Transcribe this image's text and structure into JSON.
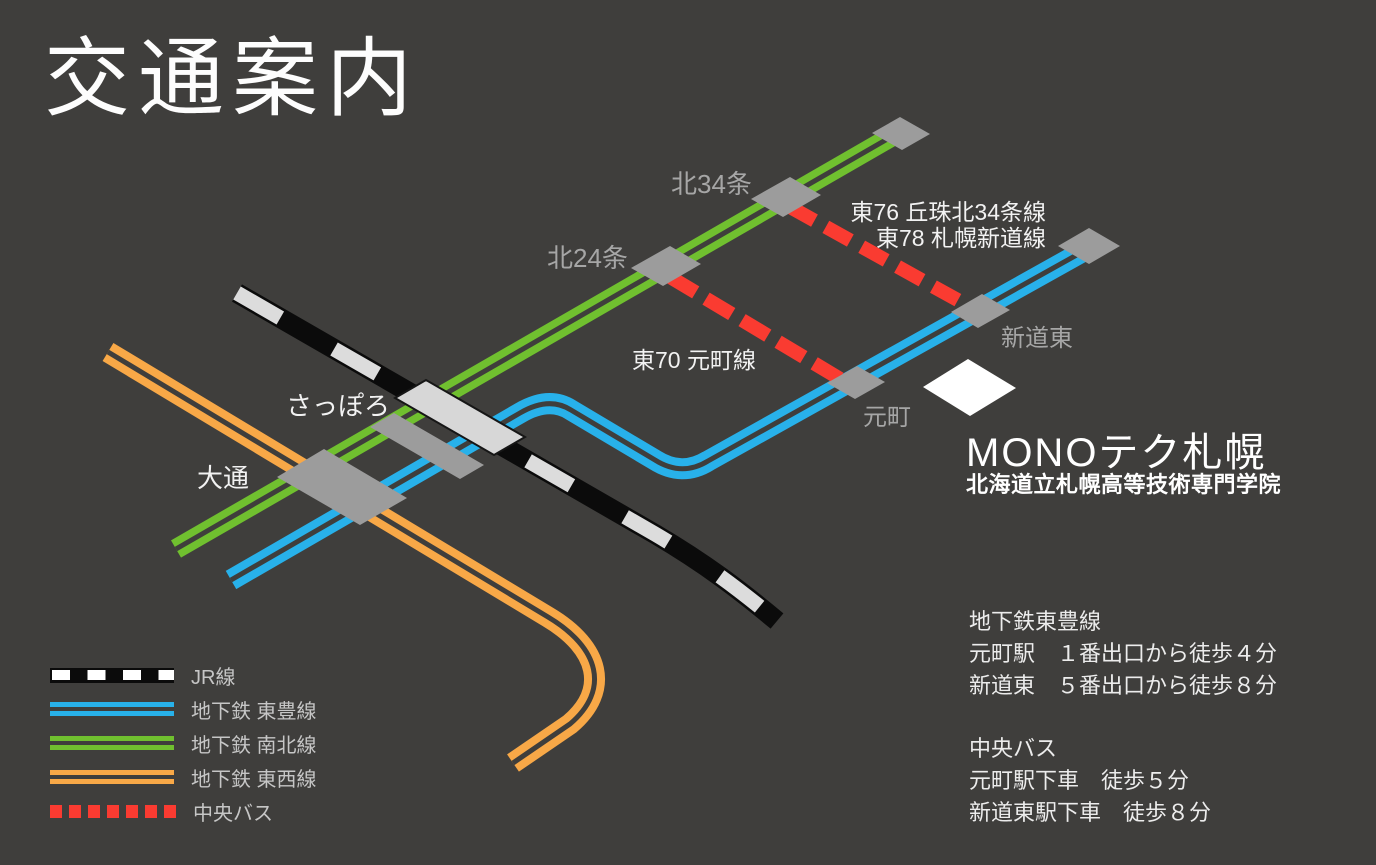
{
  "title": "交通案内",
  "map": {
    "stations": [
      {
        "id": "kita34jo",
        "label": "北34条"
      },
      {
        "id": "kita24jo",
        "label": "北24条"
      },
      {
        "id": "sapporo",
        "label": "さっぽろ"
      },
      {
        "id": "odori",
        "label": "大通"
      },
      {
        "id": "motomachi",
        "label": "元町"
      },
      {
        "id": "shindohigashi",
        "label": "新道東"
      }
    ],
    "bus_route_labels": [
      {
        "id": "higashi76",
        "label": "東76 丘珠北34条線"
      },
      {
        "id": "higashi78",
        "label": "東78 札幌新道線"
      },
      {
        "id": "higashi70",
        "label": "東70 元町線"
      }
    ],
    "destination": {
      "name": "MONOテク札幌",
      "subtitle": "北海道立札幌高等技術専門学院"
    }
  },
  "legend": {
    "items": [
      {
        "label": "JR線",
        "type": "jr",
        "color": "#0b0b0b"
      },
      {
        "label": "地下鉄 東豊線",
        "type": "subway",
        "color": "#28b1ea"
      },
      {
        "label": "地下鉄 南北線",
        "type": "subway",
        "color": "#70c02f"
      },
      {
        "label": "地下鉄 東西線",
        "type": "subway",
        "color": "#f8a847"
      },
      {
        "label": "中央バス",
        "type": "bus",
        "color": "#fa3b31"
      }
    ]
  },
  "info": {
    "subway": {
      "heading": "地下鉄東豊線",
      "lines": [
        "元町駅　１番出口から徒歩４分",
        "新道東　５番出口から徒歩８分"
      ]
    },
    "bus": {
      "heading": "中央バス",
      "lines": [
        "元町駅下車　徒歩５分",
        "新道東駅下車　徒歩８分"
      ]
    }
  },
  "colors": {
    "background": "#3f3e3c",
    "jr_black": "#0b0b0b",
    "jr_dash_light": "#dcdcdc",
    "toho_blue": "#28b1ea",
    "namboku_green": "#70c02f",
    "tozai_orange": "#f8a847",
    "chuo_bus_red": "#fa3b31",
    "station_box_gray": "#9c9c9c",
    "jr_station_light": "#d7d7d7",
    "station_label_gray": "#a6a6a6",
    "text_white": "#f2f2f2"
  }
}
